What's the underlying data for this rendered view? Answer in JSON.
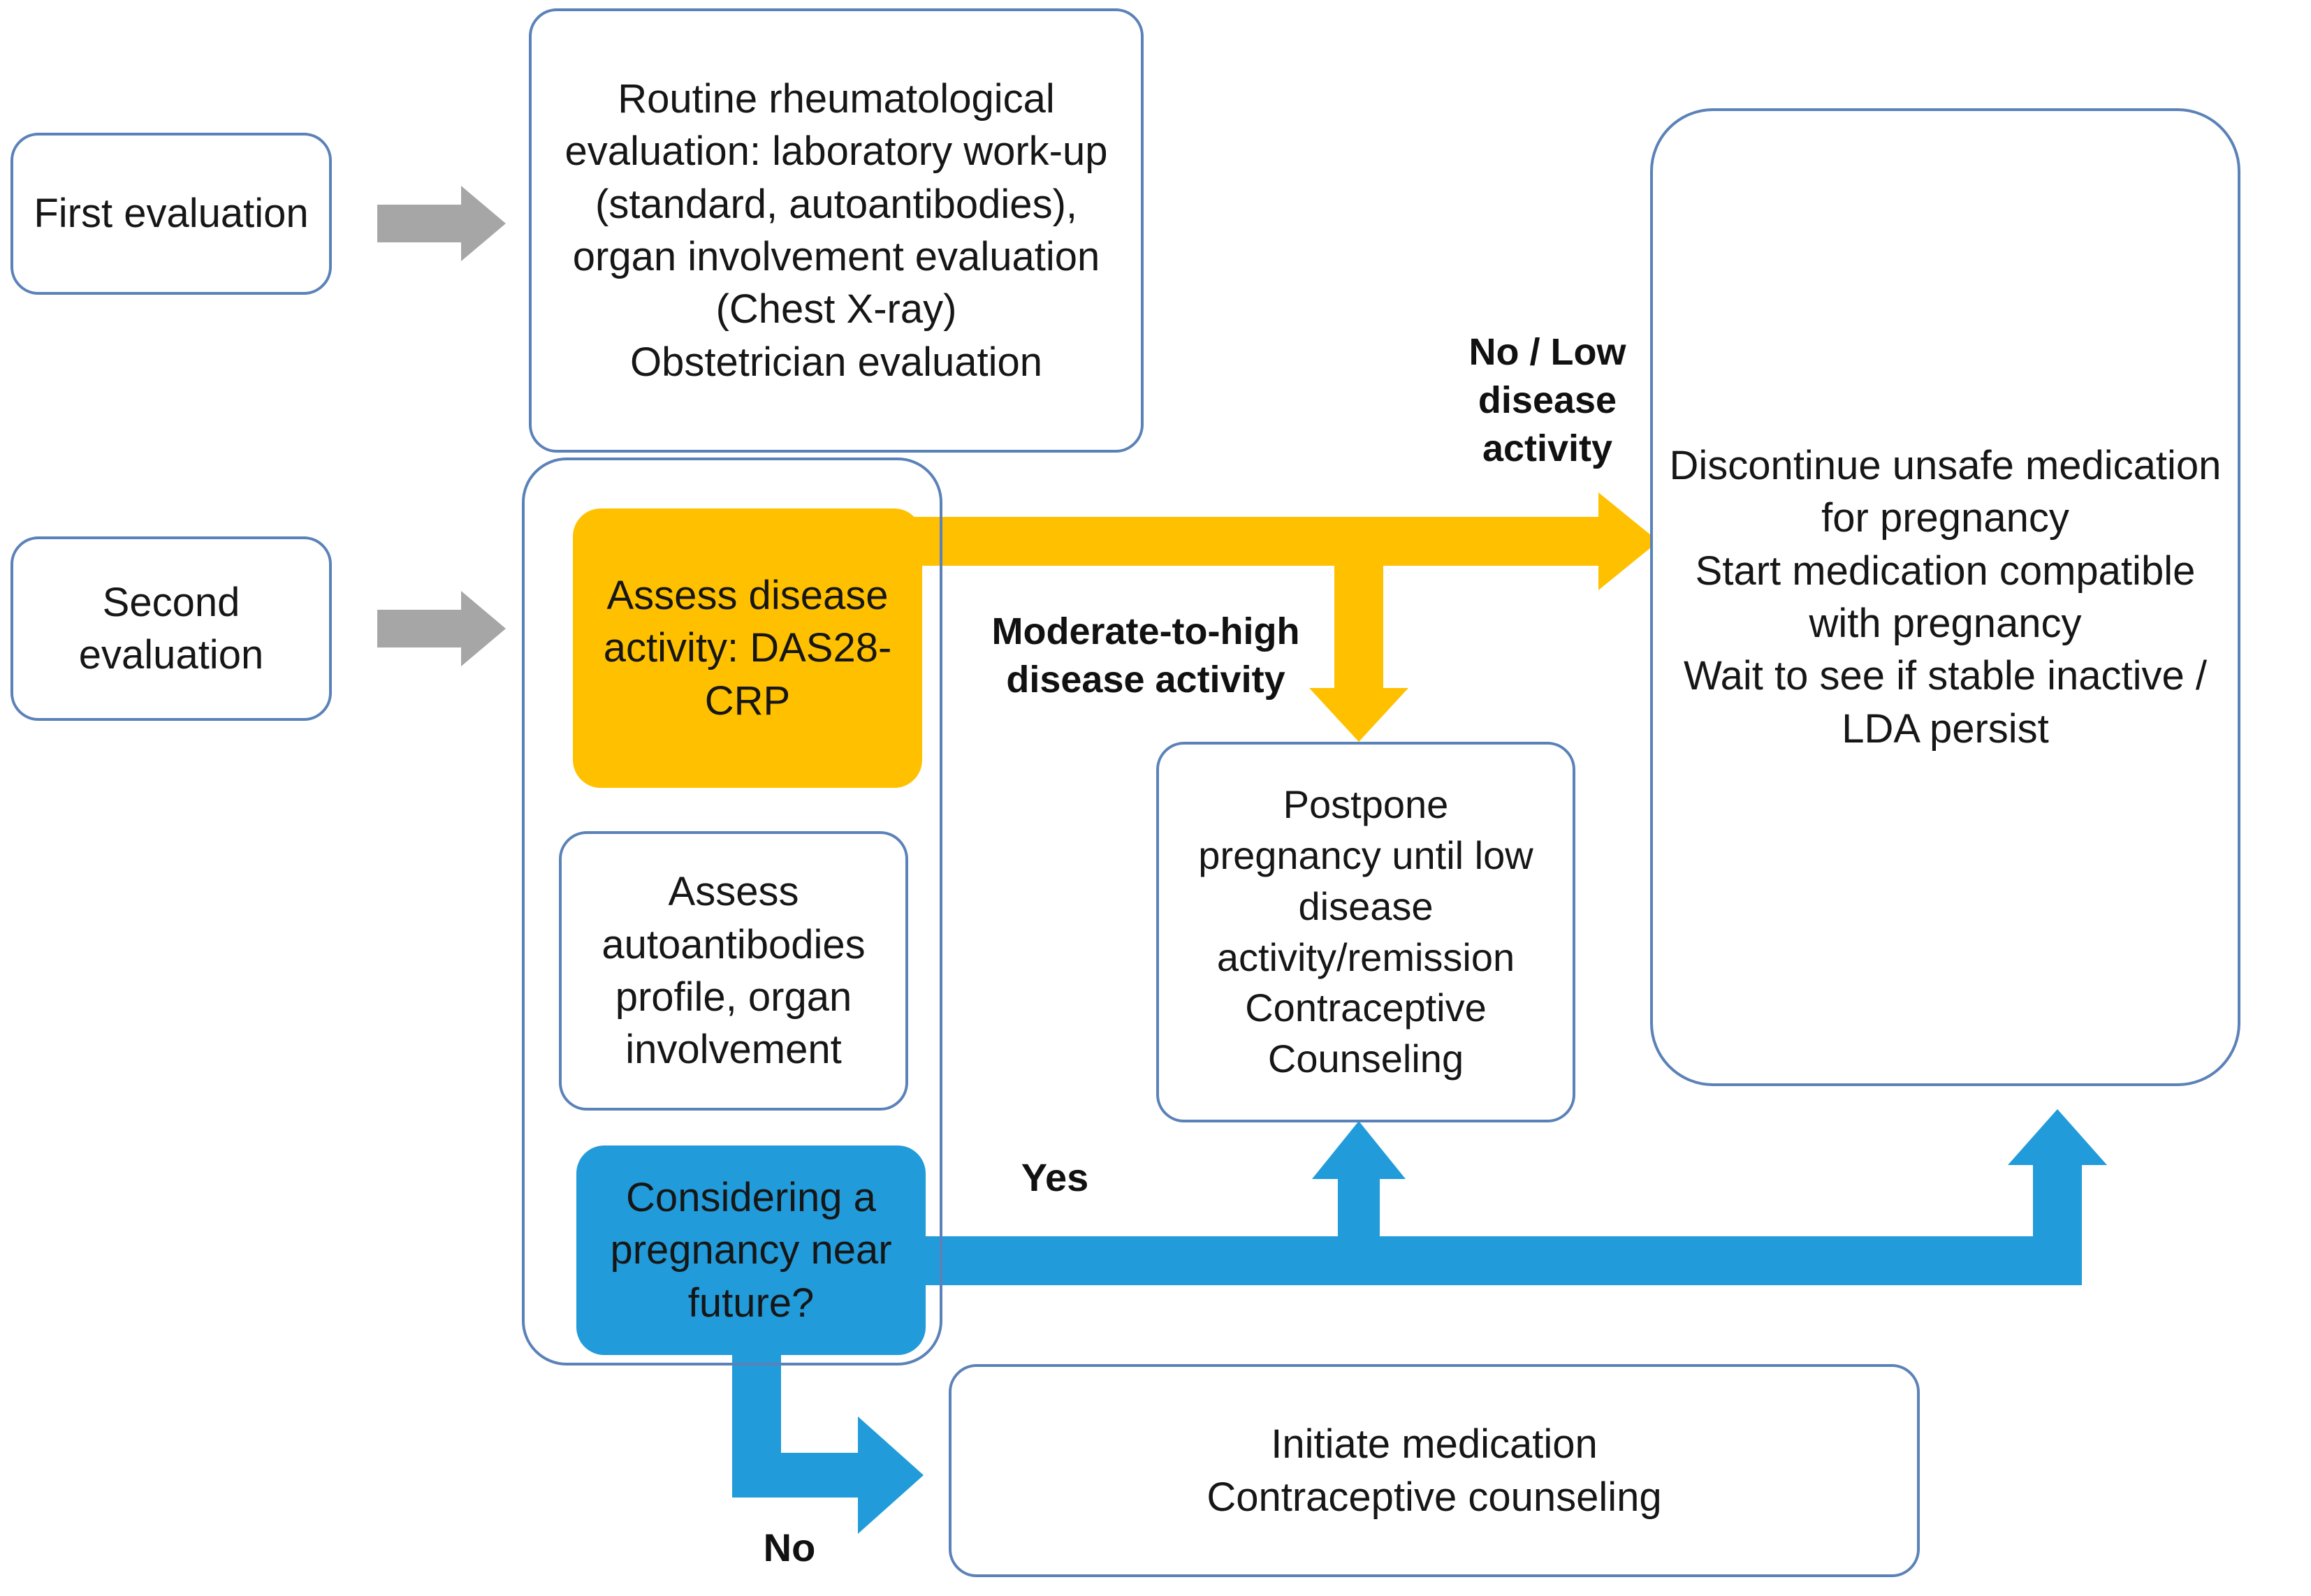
{
  "diagram": {
    "title": "Pregnancy management flowchart in rheumatological evaluation",
    "colors": {
      "box_border": "#5B82B8",
      "orange_accent": "#FFC000",
      "blue_accent": "#219BD9",
      "gray_arrow": "#A6A6A6",
      "text": "#161616"
    },
    "nodes": {
      "first_evaluation": "First evaluation",
      "routine_evaluation": "Routine rheumatological\nevaluation: laboratory work-up\n(standard, autoantibodies),\norgan involvement evaluation\n(Chest X-ray)\nObstetrician evaluation",
      "second_evaluation": "Second\nevaluation",
      "assess_disease_activity": "Assess disease\nactivity: DAS28-\nCRP",
      "assess_autoantibodies": "Assess\nautoantibodies\nprofile, organ\ninvolvement",
      "considering_pregnancy": "Considering a\npregnancy near\nfuture?",
      "postpone_pregnancy": "Postpone\npregnancy until low\ndisease\nactivity/remission\nContraceptive\nCounseling",
      "discontinue_medication": "Discontinue unsafe medication\nfor pregnancy\nStart medication compatible\nwith pregnancy\nWait to see if stable inactive /\nLDA persist",
      "initiate_medication": "Initiate medication\nContraceptive counseling"
    },
    "edge_labels": {
      "no_low_disease_activity": "No / Low\ndisease\nactivity",
      "moderate_to_high": "Moderate-to-high\ndisease activity",
      "yes": "Yes",
      "no": "No"
    },
    "arrows": [
      {
        "name": "gray-arrow-first-evaluation",
        "color": "#A6A6A6",
        "direction": "right"
      },
      {
        "name": "gray-arrow-second-evaluation",
        "color": "#A6A6A6",
        "direction": "right"
      },
      {
        "name": "orange-arrow-no-low-activity",
        "color": "#FFC000",
        "direction": "right"
      },
      {
        "name": "orange-arrow-moderate-high",
        "color": "#FFC000",
        "direction": "down"
      },
      {
        "name": "blue-arrow-yes-to-postpone",
        "color": "#219BD9",
        "direction": "up"
      },
      {
        "name": "blue-arrow-yes-to-discontinue",
        "color": "#219BD9",
        "direction": "up"
      },
      {
        "name": "blue-arrow-no-to-initiate",
        "color": "#219BD9",
        "direction": "right"
      }
    ]
  }
}
